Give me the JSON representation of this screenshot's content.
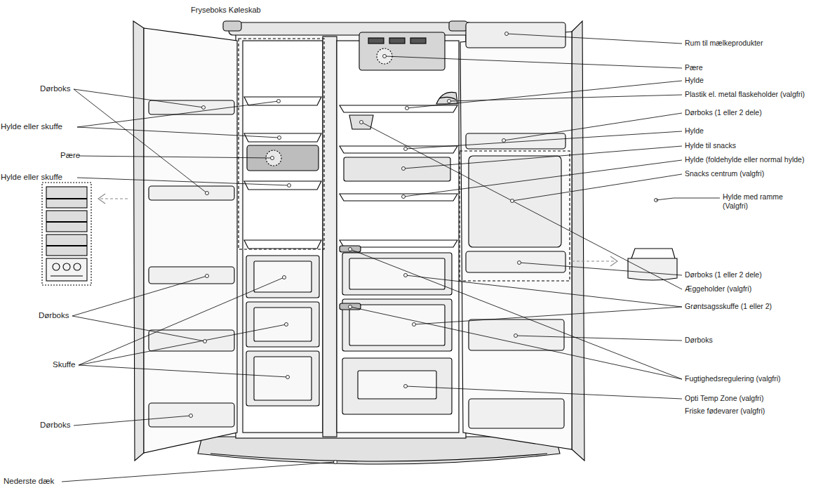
{
  "diagram": {
    "labels": [
      "Fryseboks Køleskab",
      "Dørboks",
      "Hylde eller skuffe",
      "Pære",
      "Hylde eller skuffe",
      "Dørboks",
      "Skuffe",
      "Dørboks",
      "Nederste dæk",
      "Rum til mælkeprodukter",
      "Pære",
      "Hylde",
      "Plastik el. metal flaskeholder (valgfri)",
      "Dørboks (1 eller 2 dele)",
      "Hylde",
      "Hylde til snacks",
      "Hylde (foldehylde eller normal hylde)",
      "Snacks centrum (valgfri)",
      "Hylde med ramme (Valgfri)",
      "Dørboks (1 eller 2 dele)",
      "Æggeholder (valgfri)",
      "Grøntsagsskuffe (1 eller 2)",
      "Dørboks",
      "Fugtighedsregulering (valgfri)",
      "Opti Temp Zone (valgfri)",
      "Friske fødevarer (valgfri)"
    ]
  }
}
